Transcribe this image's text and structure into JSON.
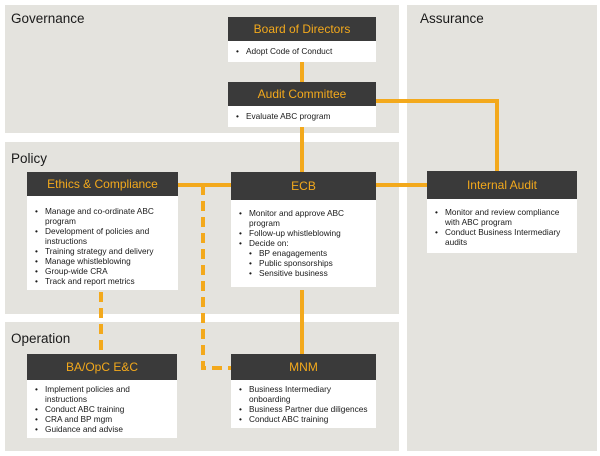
{
  "panels": {
    "governance": "Governance",
    "assurance": "Assurance",
    "policy": "Policy",
    "operation": "Operation"
  },
  "boxes": {
    "board": {
      "title": "Board of Directors",
      "items": [
        "Adopt Code of Conduct"
      ]
    },
    "audit_committee": {
      "title": "Audit Committee",
      "items": [
        "Evaluate ABC program"
      ]
    },
    "ethics": {
      "title": "Ethics & Compliance",
      "items": [
        "Manage and co-ordinate ABC program",
        "Development of policies and instructions",
        "Training strategy and delivery",
        "Manage whistleblowing",
        "Group-wide CRA",
        "Track and report metrics"
      ]
    },
    "ecb": {
      "title": "ECB",
      "items": [
        "Monitor and approve ABC program",
        "Follow-up whistleblowing",
        "Decide on:"
      ],
      "sub_items": [
        "BP enagagements",
        "Public sponsorships",
        "Sensitive business"
      ]
    },
    "internal_audit": {
      "title": "Internal Audit",
      "items": [
        "Monitor and review compliance with ABC program",
        "Conduct Business Intermediary audits"
      ]
    },
    "ba_opc": {
      "title": "BA/OpC E&C",
      "items": [
        "Implement policies and instructions",
        "Conduct ABC training",
        "CRA and BP mgm",
        "Guidance and advise"
      ]
    },
    "mnm": {
      "title": "MNM",
      "items": [
        "Business Intermediary onboarding",
        "Business Partner due diligences",
        "Conduct ABC training"
      ]
    }
  },
  "colors": {
    "accent": "#f3a91c",
    "header_bg": "#3a3a3a",
    "panel_bg": "#e4e3de"
  }
}
